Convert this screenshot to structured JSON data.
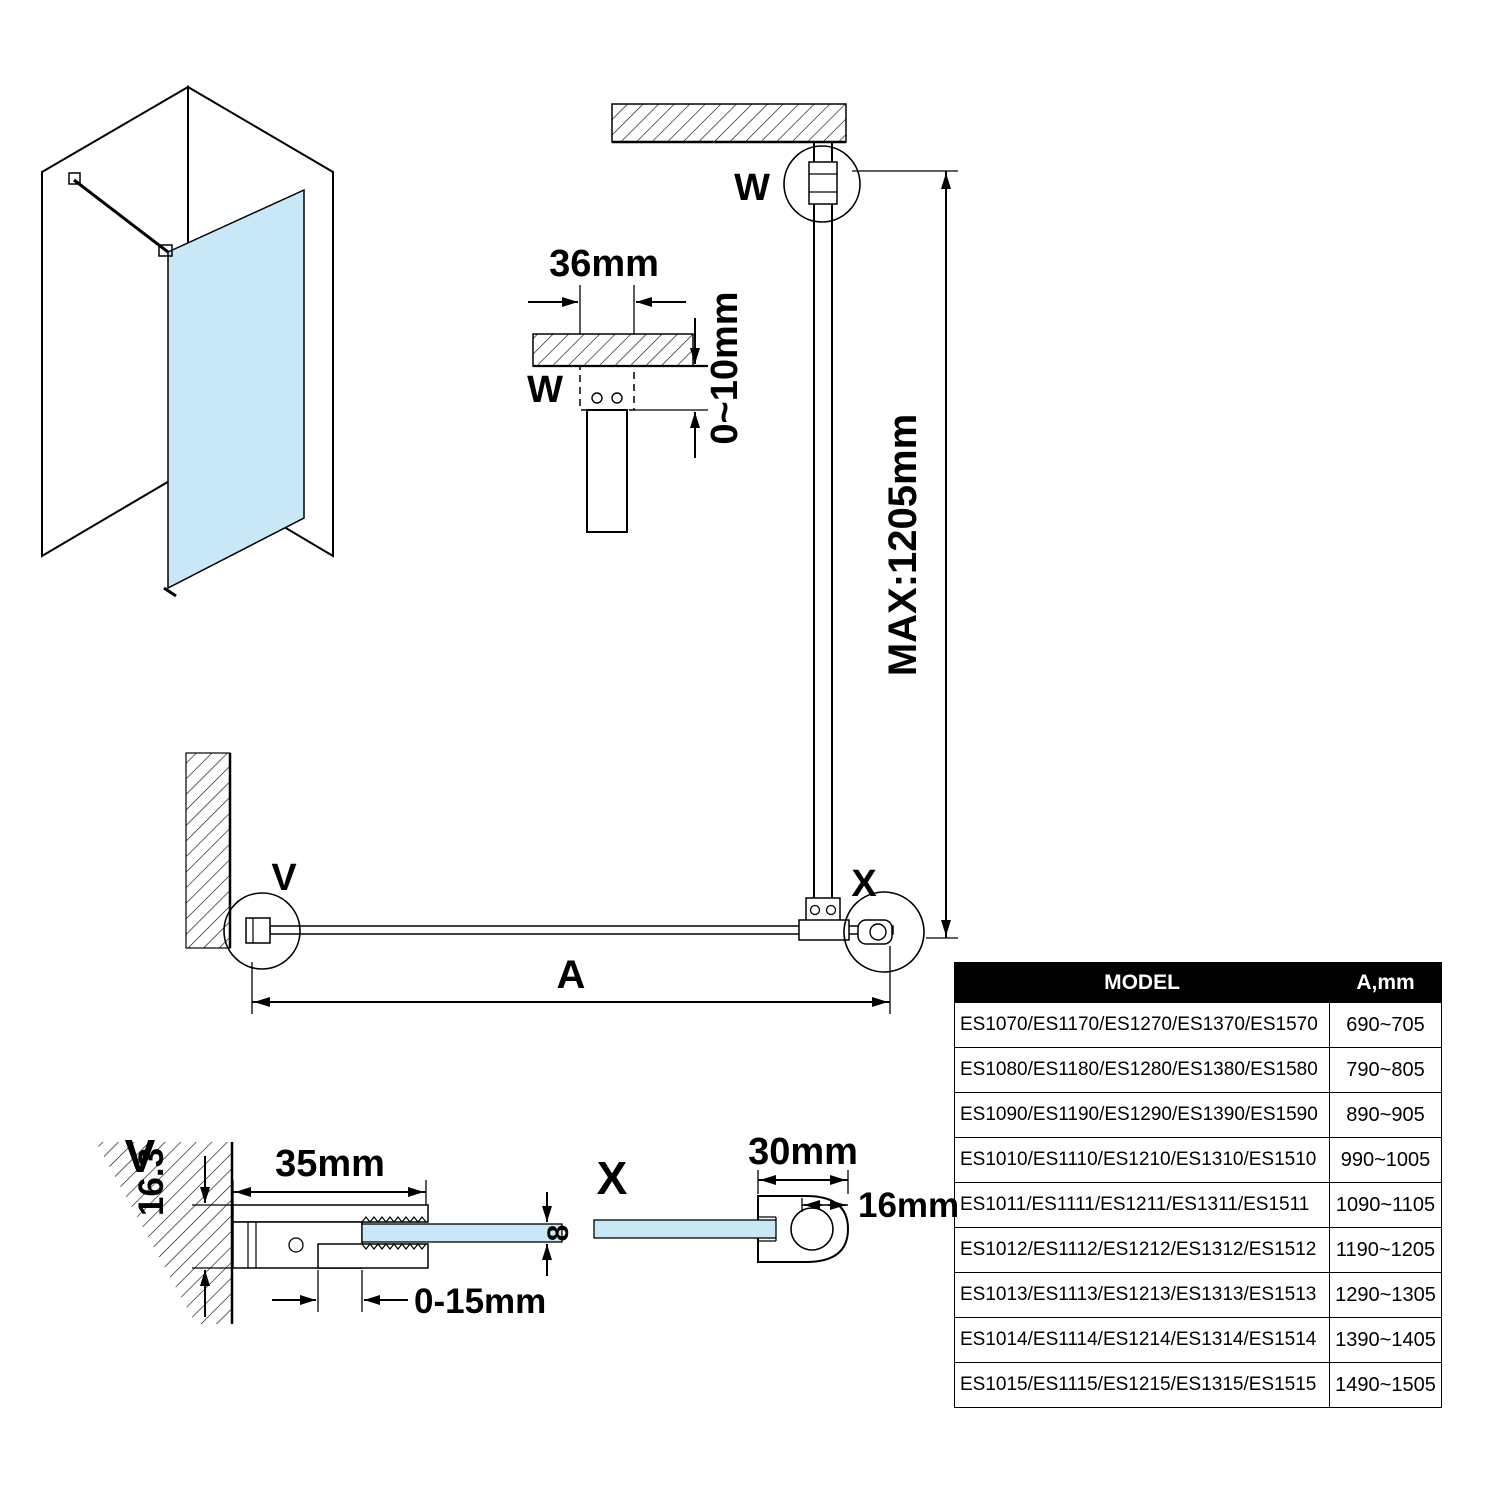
{
  "colors": {
    "glass": "#c8e7f7",
    "line": "#000000",
    "table_header_bg": "#000000",
    "table_header_text": "#ffffff"
  },
  "diagram": {
    "detail_w": {
      "label": "W",
      "width": "36mm",
      "gap": "0~10mm"
    },
    "elevation": {
      "ceiling_detail": "W",
      "max_height": "MAX:1205mm",
      "wall_detail": "V",
      "bar_detail": "X",
      "width_label": "A"
    },
    "detail_v": {
      "label": "V",
      "depth": "16.3",
      "width": "35mm",
      "adjust": "0-15mm",
      "glass_thickness": "8"
    },
    "detail_x": {
      "label": "X",
      "width": "30mm",
      "bar_width": "16mm"
    }
  },
  "table": {
    "headers": [
      "MODEL",
      "A,mm"
    ],
    "rows": [
      {
        "model": "ES1070/ES1170/ES1270/ES1370/ES1570",
        "a": "690~705"
      },
      {
        "model": "ES1080/ES1180/ES1280/ES1380/ES1580",
        "a": "790~805"
      },
      {
        "model": "ES1090/ES1190/ES1290/ES1390/ES1590",
        "a": "890~905"
      },
      {
        "model": "ES1010/ES1110/ES1210/ES1310/ES1510",
        "a": "990~1005"
      },
      {
        "model": "ES1011/ES1111/ES1211/ES1311/ES1511",
        "a": "1090~1105"
      },
      {
        "model": "ES1012/ES1112/ES1212/ES1312/ES1512",
        "a": "1190~1205"
      },
      {
        "model": "ES1013/ES1113/ES1213/ES1313/ES1513",
        "a": "1290~1305"
      },
      {
        "model": "ES1014/ES1114/ES1214/ES1314/ES1514",
        "a": "1390~1405"
      },
      {
        "model": "ES1015/ES1115/ES1215/ES1315/ES1515",
        "a": "1490~1505"
      }
    ]
  }
}
